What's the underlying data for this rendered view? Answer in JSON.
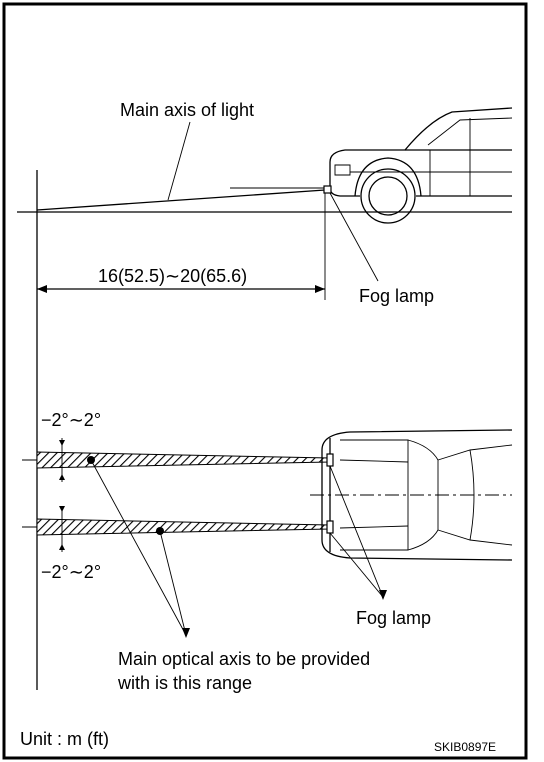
{
  "labels": {
    "main_axis": "Main axis of light",
    "distance": "16(52.5)∼20(65.6)",
    "fog_lamp_side": "Fog lamp",
    "angle_top": "−2°∼2°",
    "angle_bottom": "−2°∼2°",
    "fog_lamp_top": "Fog lamp",
    "optical_axis_line1": "Main optical axis to be provided",
    "optical_axis_line2": "with is this range",
    "unit": "Unit : m (ft)",
    "figure_code": "SKIB0897E"
  }
}
